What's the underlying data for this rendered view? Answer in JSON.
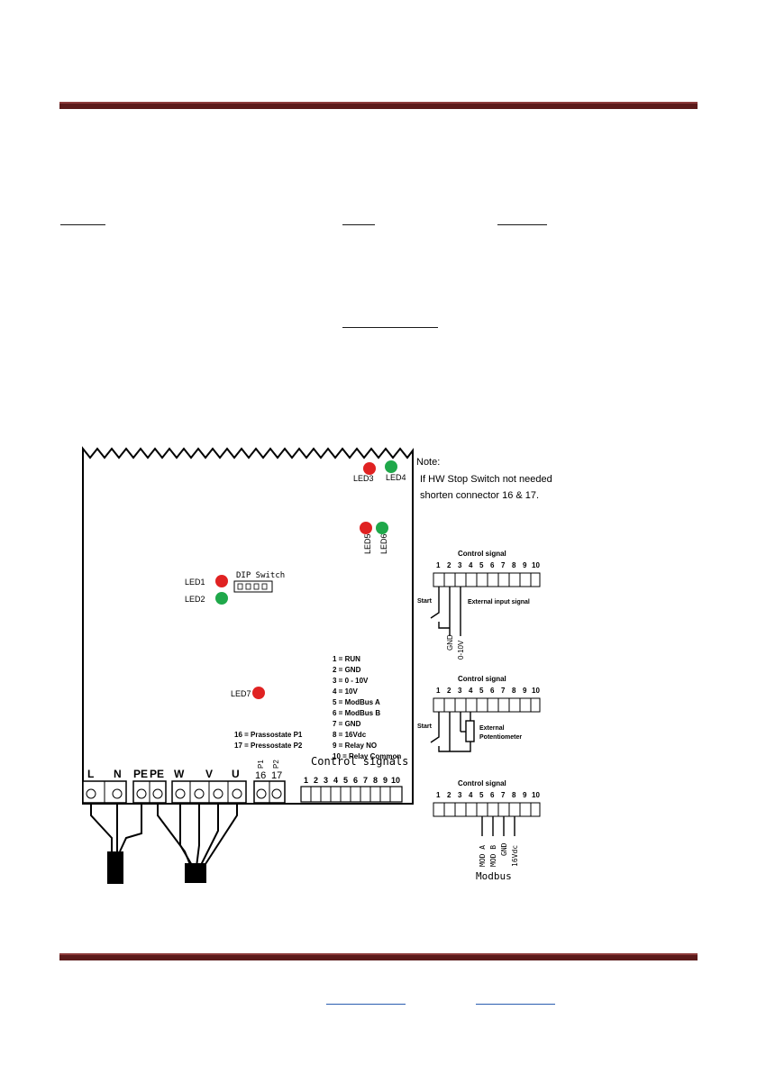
{
  "colors": {
    "rule": "#5b1a1a",
    "led_red": "#e02222",
    "led_green": "#1fa84a"
  },
  "board": {
    "leds": [
      {
        "label": "LED3",
        "color": "red"
      },
      {
        "label": "LED4",
        "color": "green"
      },
      {
        "label": "LED5",
        "color": "red"
      },
      {
        "label": "LED6",
        "color": "green"
      },
      {
        "label": "LED1",
        "color": "red"
      },
      {
        "label": "LED2",
        "color": "green"
      },
      {
        "label": "LED7",
        "color": "red"
      }
    ],
    "dip_switch_label": "DIP Switch",
    "legend": [
      "1 = RUN",
      "2 = GND",
      "3 = 0 - 10V",
      "4 = 10V",
      "5 = ModBus A",
      "6 = ModBus B",
      "7 = GND",
      "8 = 16Vdc",
      "9 = Relay NO",
      "10 = Relay Common"
    ],
    "pressostates": [
      "16 = Prassostate P1",
      "17 = Pressostate P2"
    ],
    "power_terminals": [
      "L",
      "N",
      "PE",
      "PE",
      "W",
      "V",
      "U"
    ],
    "stop_terminals": {
      "top": [
        "P1",
        "P2"
      ],
      "numbers": [
        "16",
        "17"
      ]
    },
    "control_title": "Control  signals",
    "control_numbers": [
      "1",
      "2",
      "3",
      "4",
      "5",
      "6",
      "7",
      "8",
      "9",
      "10"
    ]
  },
  "note": {
    "title": "Note:",
    "line1": "If HW Stop Switch not needed",
    "line2": "shorten connector 16 & 17."
  },
  "wiring_examples": [
    {
      "title": "Control signal",
      "start": "Start",
      "side": "External input signal",
      "wires": [
        "GND",
        "0-10V"
      ]
    },
    {
      "title": "Control signal",
      "start": "Start",
      "side_line1": "External",
      "side_line2": "Potentiometer"
    },
    {
      "title": "Control signal",
      "wires": [
        "MOD A",
        "MOD B",
        "GND",
        "16Vdc"
      ],
      "caption": "Modbus"
    }
  ]
}
